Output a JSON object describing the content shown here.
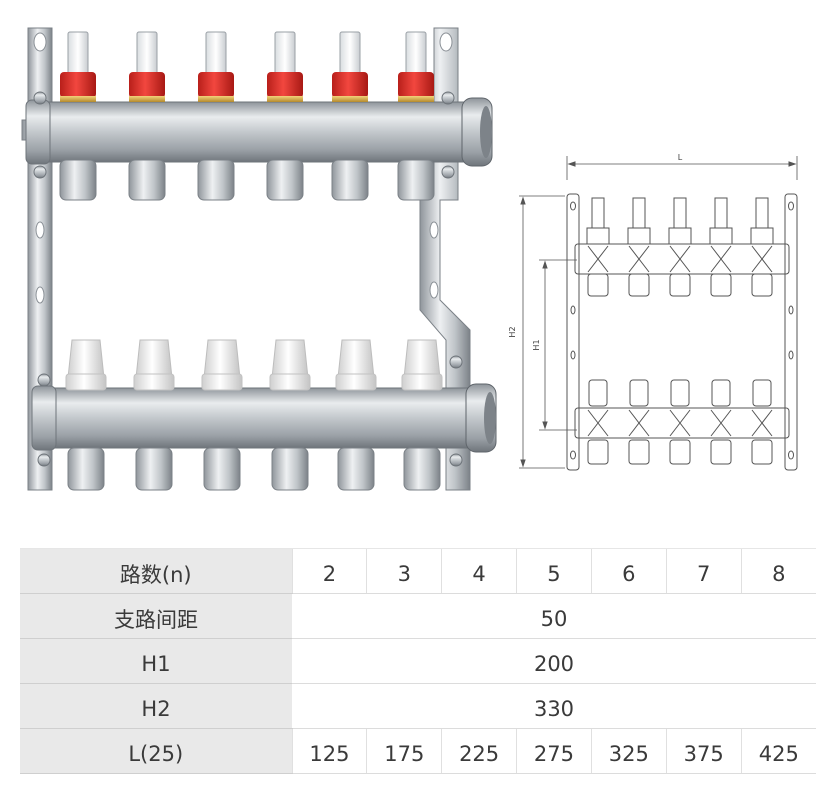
{
  "drawing_labels": {
    "length": "L",
    "height_outer": "H2",
    "height_inner": "H1"
  },
  "spec_table": {
    "rows": [
      {
        "label": "路数(n)",
        "values": [
          "2",
          "3",
          "4",
          "5",
          "6",
          "7",
          "8"
        ]
      },
      {
        "label": "支路间距",
        "value": "50"
      },
      {
        "label": "H1",
        "value": "200"
      },
      {
        "label": "H2",
        "value": "330"
      },
      {
        "label": "L(25)",
        "values": [
          "125",
          "175",
          "225",
          "275",
          "325",
          "375",
          "425"
        ]
      }
    ]
  },
  "colors": {
    "flowmeter_cap": "#e8302a",
    "steel": "#b9bdc2",
    "valve_cap": "#f2f2f2",
    "table_header": "#e9e9e9"
  }
}
